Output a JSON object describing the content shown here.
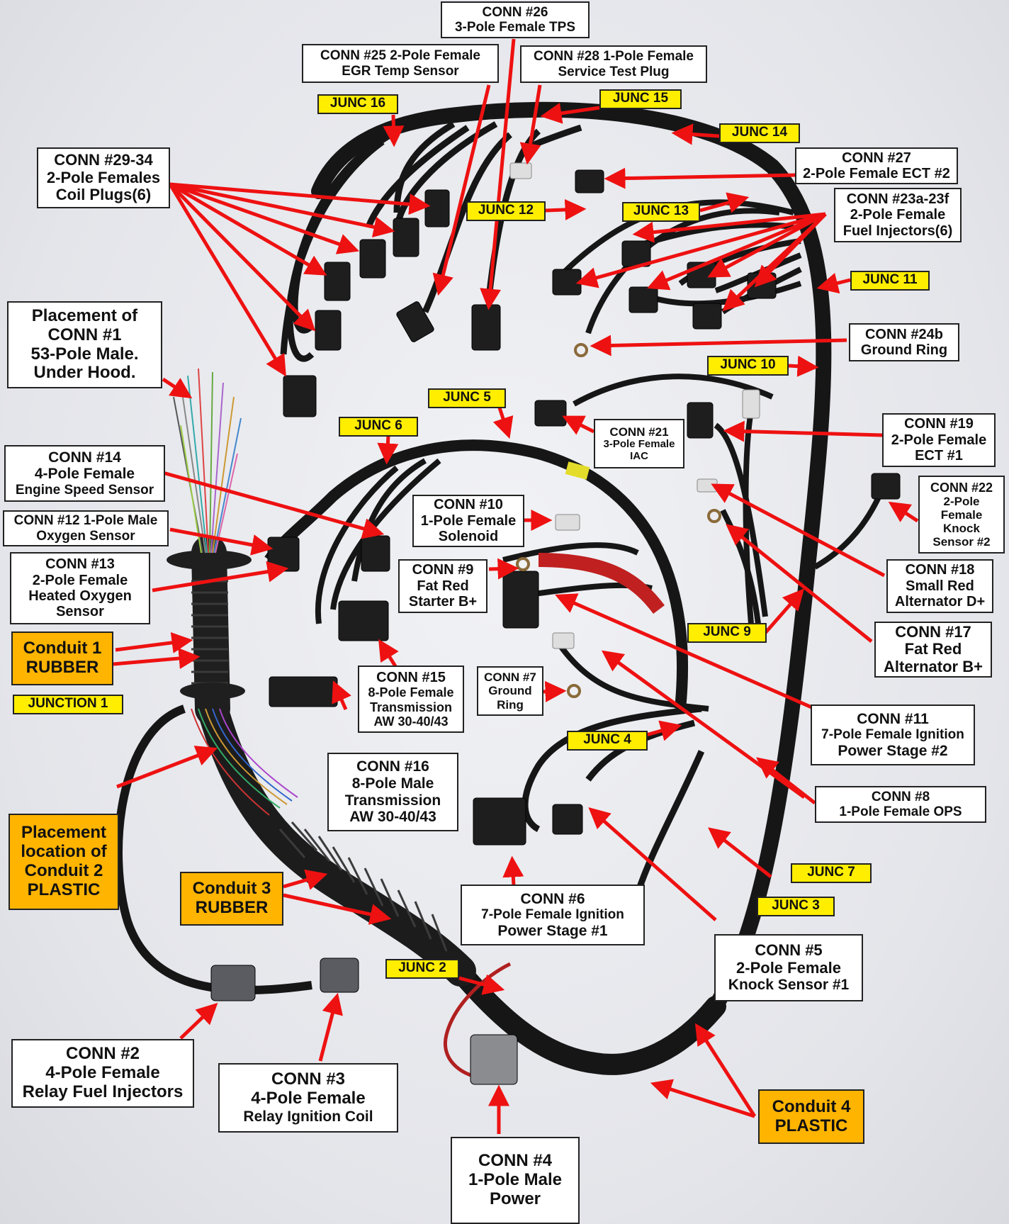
{
  "labels": {
    "conn26": [
      "CONN #26",
      "3-Pole Female TPS"
    ],
    "conn25": [
      "CONN #25 2-Pole Female",
      "EGR Temp Sensor"
    ],
    "conn28": [
      "CONN #28 1-Pole Female",
      "Service Test Plug"
    ],
    "conn29": [
      "CONN #29-34",
      "2-Pole Females",
      "Coil Plugs(6)"
    ],
    "conn27": [
      "CONN #27",
      "2-Pole Female ECT #2"
    ],
    "conn23": [
      "CONN #23a-23f",
      "2-Pole Female",
      "Fuel Injectors(6)"
    ],
    "conn1": [
      "Placement of",
      "CONN #1",
      "53-Pole Male.",
      "Under Hood."
    ],
    "conn24b": [
      "CONN #24b",
      "Ground Ring"
    ],
    "conn21": [
      "CONN #21",
      "3-Pole Female",
      "IAC"
    ],
    "conn19": [
      "CONN #19",
      "2-Pole Female",
      "ECT #1"
    ],
    "conn14": [
      "CONN #14",
      "4-Pole Female",
      "Engine Speed Sensor"
    ],
    "conn22": [
      "CONN #22",
      "2-Pole",
      "Female",
      "Knock",
      "Sensor #2"
    ],
    "conn10": [
      "CONN #10",
      "1-Pole Female",
      "Solenoid"
    ],
    "conn12": [
      "CONN #12 1-Pole Male",
      "Oxygen Sensor"
    ],
    "conn18": [
      "CONN #18",
      "Small Red",
      "Alternator D+"
    ],
    "conn13": [
      "CONN #13",
      "2-Pole Female",
      "Heated Oxygen",
      "Sensor"
    ],
    "conn9": [
      "CONN #9",
      "Fat Red",
      "Starter B+"
    ],
    "conn17": [
      "CONN #17",
      "Fat Red",
      "Alternator B+"
    ],
    "conn15": [
      "CONN #15",
      "8-Pole Female",
      "Transmission",
      "AW 30-40/43"
    ],
    "conn7": [
      "CONN #7",
      "Ground",
      "Ring"
    ],
    "conn11": [
      "CONN #11",
      "7-Pole Female Ignition",
      "Power Stage #2"
    ],
    "conn16": [
      "CONN #16",
      "8-Pole Male",
      "Transmission",
      "AW 30-40/43"
    ],
    "conn8": [
      "CONN #8",
      "1-Pole Female OPS"
    ],
    "conn6": [
      "CONN #6",
      "7-Pole Female Ignition",
      "Power Stage #1"
    ],
    "conn5": [
      "CONN #5",
      "2-Pole Female",
      "Knock Sensor #1"
    ],
    "conn2": [
      "CONN #2",
      "4-Pole Female",
      "Relay Fuel Injectors"
    ],
    "conn3": [
      "CONN #3",
      "4-Pole Female",
      "Relay Ignition Coil"
    ],
    "conn4": [
      "CONN #4",
      "1-Pole Male",
      "Power"
    ]
  },
  "junctions": {
    "j16": "JUNC 16",
    "j15": "JUNC 15",
    "j14": "JUNC 14",
    "j12": "JUNC 12",
    "j13": "JUNC 13",
    "j11": "JUNC 11",
    "j10": "JUNC 10",
    "j5": "JUNC 5",
    "j6": "JUNC 6",
    "j9": "JUNC 9",
    "j1": "JUNCTION 1",
    "j4": "JUNC 4",
    "j7": "JUNC 7",
    "j3": "JUNC 3",
    "j2": "JUNC 2"
  },
  "conduits": {
    "c1": [
      "Conduit 1",
      "RUBBER"
    ],
    "c2": [
      "Placement",
      "location of",
      "Conduit 2",
      "PLASTIC"
    ],
    "c3": [
      "Conduit 3",
      "RUBBER"
    ],
    "c4": [
      "Conduit 4",
      "PLASTIC"
    ]
  },
  "colors": {
    "arrow": "#ee1111",
    "junction_fill": "#ffee00",
    "conduit_fill": "#ffb400",
    "harness": "#161616",
    "label_fill": "#ffffff"
  }
}
